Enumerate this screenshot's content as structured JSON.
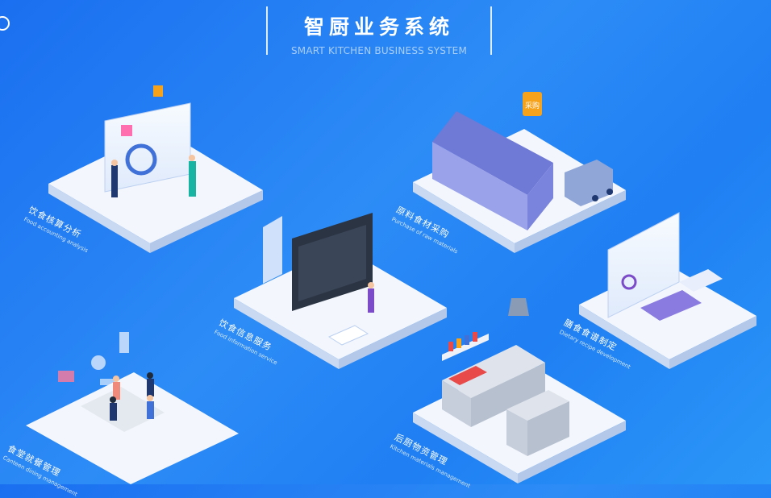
{
  "header": {
    "title_cn": "智厨业务系统",
    "title_en": "SMART KITCHEN BUSINESS SYSTEM"
  },
  "modules": [
    {
      "label_cn": "饮食核算分析",
      "label_en": "Food accounting analysis"
    },
    {
      "label_cn": "原料食材采购",
      "label_en": "Purchase of raw materials",
      "badge": "采购"
    },
    {
      "label_cn": "饮食信息服务",
      "label_en": "Food information service"
    },
    {
      "label_cn": "膳食食谱制定",
      "label_en": "Dietary recipe development"
    },
    {
      "label_cn": "食堂就餐管理",
      "label_en": "Canteen dining management"
    },
    {
      "label_cn": "后厨物资管理",
      "label_en": "Kitchen materials management"
    }
  ],
  "colors": {
    "accent": "#1a6ff0",
    "platform": "#f3f7fd",
    "building": "#8f97e6",
    "badge": "#f7a21b"
  }
}
